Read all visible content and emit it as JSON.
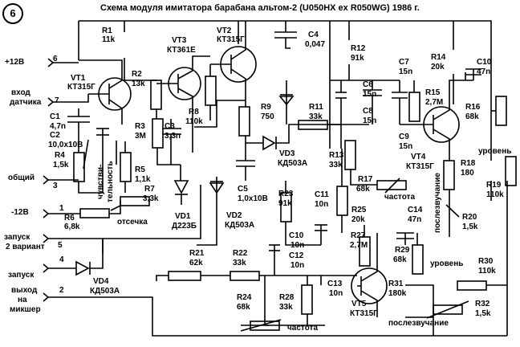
{
  "badge": "6",
  "title": "Схема модуля имитатора барабана альтом-2 (U050HX ex R050WG) 1986 г.",
  "io": {
    "plus12": "+12В",
    "sensor_line1": "вход",
    "sensor_line2": "датчика",
    "common": "общий",
    "minus12": "-12В",
    "start2_line1": "запуск",
    "start2_line2": "2 вариант",
    "start": "запуск",
    "out_line1": "выход",
    "out_line2": "на",
    "out_line3": "микшер"
  },
  "pins": {
    "p6": "6",
    "p7": "7",
    "p3": "3",
    "p1": "1",
    "p5": "5",
    "p4": "4",
    "p2": "2"
  },
  "components": {
    "R1": {
      "ref": "R1",
      "val": "11k"
    },
    "VT1": {
      "ref": "VT1",
      "val": "КТ315Г"
    },
    "R2": {
      "ref": "R2",
      "val": "13k"
    },
    "VT3": {
      "ref": "VT3",
      "val": "КТ361Е"
    },
    "VT2": {
      "ref": "VT2",
      "val": "КТ315Г"
    },
    "C4": {
      "ref": "C4",
      "val": "0,047"
    },
    "R12": {
      "ref": "R12",
      "val": "91k"
    },
    "R14": {
      "ref": "R14",
      "val": "20k"
    },
    "C7": {
      "ref": "C7",
      "val": "15n"
    },
    "C10a": {
      "ref": "C10",
      "val": "47n"
    },
    "C6": {
      "ref": "C6",
      "val": "15n"
    },
    "R15": {
      "ref": "R15",
      "val": "2,7М"
    },
    "C8": {
      "ref": "C8",
      "val": "15n"
    },
    "R16": {
      "ref": "R16",
      "val": "68k"
    },
    "C9": {
      "ref": "C9",
      "val": "15n"
    },
    "C1": {
      "ref": "C1",
      "val": "4,7n"
    },
    "C2": {
      "ref": "C2",
      "val": "10,0х10В"
    },
    "R8": {
      "ref": "R8",
      "val": "110k"
    },
    "R9": {
      "ref": "R9",
      "val": "750"
    },
    "R11": {
      "ref": "R11",
      "val": "33k"
    },
    "R3": {
      "ref": "R3",
      "val": "3М"
    },
    "C3": {
      "ref": "C3",
      "val": "3,3n"
    },
    "R4": {
      "ref": "R4",
      "val": "1,5k"
    },
    "R5": {
      "ref": "R5",
      "val": "1,1k"
    },
    "R7": {
      "ref": "R7",
      "val": "3,3k"
    },
    "VD3": {
      "ref": "VD3",
      "val": "КД503А"
    },
    "C5": {
      "ref": "C5",
      "val": "1,0х10В"
    },
    "R13": {
      "ref": "R13",
      "val": "33k"
    },
    "VT4": {
      "ref": "VT4",
      "val": "КТ315Г"
    },
    "R18": {
      "ref": "R18",
      "val": "180"
    },
    "R19": {
      "ref": "R19",
      "val": "110k"
    },
    "R17": {
      "ref": "R17",
      "val": "68k"
    },
    "R20": {
      "ref": "R20",
      "val": "1,5k"
    },
    "R6": {
      "ref": "R6",
      "val": "6,8k"
    },
    "VD1": {
      "ref": "VD1",
      "val": "Д223Б"
    },
    "VD2": {
      "ref": "VD2",
      "val": "КД503А"
    },
    "R23": {
      "ref": "R23",
      "val": "91k"
    },
    "C11": {
      "ref": "C11",
      "val": "10n"
    },
    "R25": {
      "ref": "R25",
      "val": "20k"
    },
    "C14": {
      "ref": "C14",
      "val": "47n"
    },
    "C10b": {
      "ref": "C10",
      "val": "10n"
    },
    "R27": {
      "ref": "R27",
      "val": "2,7М"
    },
    "R29": {
      "ref": "R29",
      "val": "68k"
    },
    "R21": {
      "ref": "R21",
      "val": "62k"
    },
    "R22": {
      "ref": "R22",
      "val": "33k"
    },
    "C12": {
      "ref": "C12",
      "val": "10n"
    },
    "C13": {
      "ref": "C13",
      "val": "10n"
    },
    "R30": {
      "ref": "R30",
      "val": "110k"
    },
    "VD4": {
      "ref": "VD4",
      "val": "КД503А"
    },
    "R24": {
      "ref": "R24",
      "val": "68k"
    },
    "R28": {
      "ref": "R28",
      "val": "33k"
    },
    "R31": {
      "ref": "R31",
      "val": "180k"
    },
    "VT5": {
      "ref": "VT5",
      "val": "КТ315Г"
    },
    "R32": {
      "ref": "R32",
      "val": "1,5k"
    }
  },
  "labels": {
    "sens1": "чувстви-",
    "sens2": "тельность",
    "cutoff": "отсечка",
    "freq1": "частота",
    "freq2": "частота",
    "level1": "уровень",
    "level2": "уровень",
    "decay1": "послезвучание",
    "decay2": "послезвучание"
  }
}
